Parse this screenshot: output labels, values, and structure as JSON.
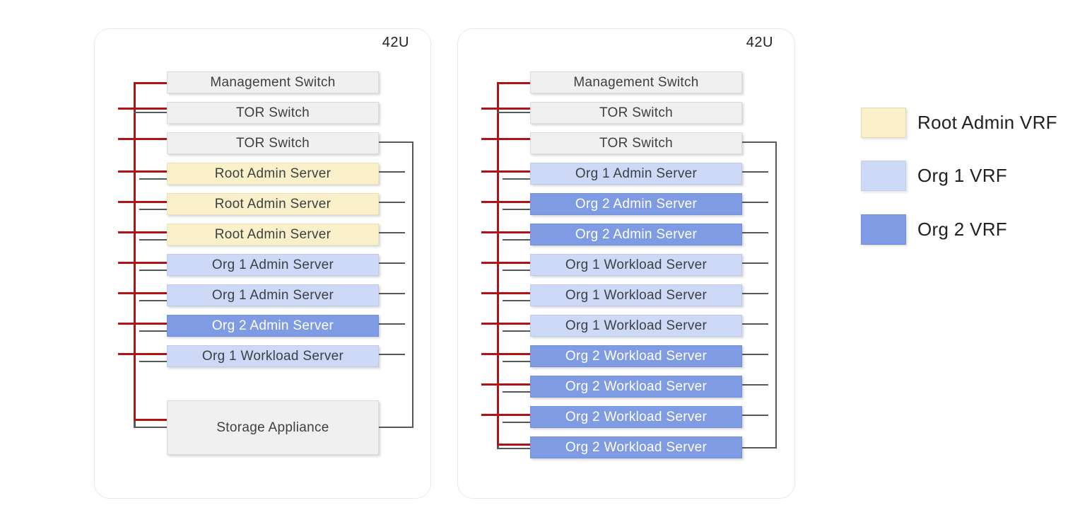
{
  "racks": [
    {
      "capacity_label": "42U",
      "rows": [
        {
          "label": "Management Switch",
          "type": "switch"
        },
        {
          "label": "TOR Switch",
          "type": "switch"
        },
        {
          "label": "TOR Switch",
          "type": "switch"
        },
        {
          "label": "Root Admin Server",
          "type": "root-admin"
        },
        {
          "label": "Root Admin Server",
          "type": "root-admin"
        },
        {
          "label": "Root Admin Server",
          "type": "root-admin"
        },
        {
          "label": "Org 1 Admin Server",
          "type": "org1"
        },
        {
          "label": "Org 1 Admin Server",
          "type": "org1"
        },
        {
          "label": "Org 2 Admin Server",
          "type": "org2"
        },
        {
          "label": "Org 1 Workload Server",
          "type": "org1"
        },
        {
          "label": "Storage Appliance",
          "type": "storage"
        }
      ]
    },
    {
      "capacity_label": "42U",
      "rows": [
        {
          "label": "Management Switch",
          "type": "switch"
        },
        {
          "label": "TOR Switch",
          "type": "switch"
        },
        {
          "label": "TOR Switch",
          "type": "switch"
        },
        {
          "label": "Org 1 Admin Server",
          "type": "org1"
        },
        {
          "label": "Org 2 Admin Server",
          "type": "org2"
        },
        {
          "label": "Org 2 Admin Server",
          "type": "org2"
        },
        {
          "label": "Org 1 Workload Server",
          "type": "org1"
        },
        {
          "label": "Org 1 Workload Server",
          "type": "org1"
        },
        {
          "label": "Org 1 Workload Server",
          "type": "org1"
        },
        {
          "label": "Org 2 Workload Server",
          "type": "org2"
        },
        {
          "label": "Org 2 Workload Server",
          "type": "org2"
        },
        {
          "label": "Org 2 Workload Server",
          "type": "org2"
        },
        {
          "label": "Org 2 Workload Server",
          "type": "org2"
        }
      ]
    }
  ],
  "legend": {
    "items": [
      {
        "label": "Root Admin VRF",
        "type": "root-admin"
      },
      {
        "label": "Org 1 VRF",
        "type": "org1"
      },
      {
        "label": "Org 2 VRF",
        "type": "org2"
      }
    ]
  },
  "colors": {
    "management_network_line": "#b01216",
    "data_network_line": "#56585c",
    "switch_storage_fill": "#f0f0f1",
    "root_admin_vrf": "#faf1cb",
    "org1_vrf": "#cdd9f7",
    "org2_vrf": "#7e9be4",
    "node_text": "#3c4043",
    "node_text_on_org2": "#ffffff",
    "rack_border": "#e7e8ea",
    "legend_text": "#202124"
  }
}
